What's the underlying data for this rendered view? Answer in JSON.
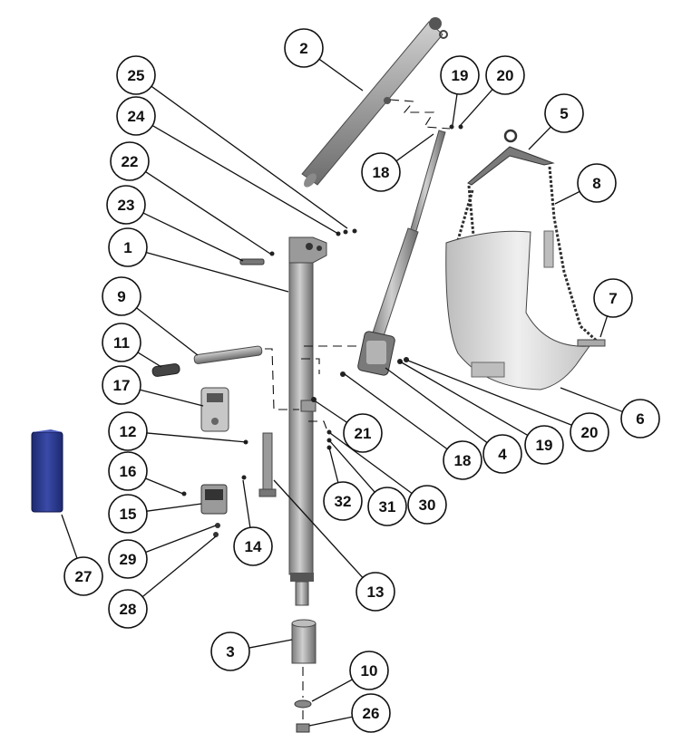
{
  "diagram": {
    "callouts": [
      {
        "label": "2"
      },
      {
        "label": "25"
      },
      {
        "label": "24"
      },
      {
        "label": "19"
      },
      {
        "label": "20"
      },
      {
        "label": "5"
      },
      {
        "label": "22"
      },
      {
        "label": "18"
      },
      {
        "label": "8"
      },
      {
        "label": "23"
      },
      {
        "label": "1"
      },
      {
        "label": "9"
      },
      {
        "label": "7"
      },
      {
        "label": "11"
      },
      {
        "label": "17"
      },
      {
        "label": "6"
      },
      {
        "label": "21"
      },
      {
        "label": "20"
      },
      {
        "label": "12"
      },
      {
        "label": "19"
      },
      {
        "label": "4"
      },
      {
        "label": "18"
      },
      {
        "label": "16"
      },
      {
        "label": "30"
      },
      {
        "label": "31"
      },
      {
        "label": "32"
      },
      {
        "label": "15"
      },
      {
        "label": "14"
      },
      {
        "label": "29"
      },
      {
        "label": "27"
      },
      {
        "label": "13"
      },
      {
        "label": "28"
      },
      {
        "label": "3"
      },
      {
        "label": "10"
      },
      {
        "label": "26"
      }
    ],
    "colors": {
      "metal": "#a9a9a9",
      "metal_dark": "#6f6f6f",
      "sling": "#d9d9d9",
      "battery": "#2b3a8c",
      "outline": "#111111"
    }
  }
}
